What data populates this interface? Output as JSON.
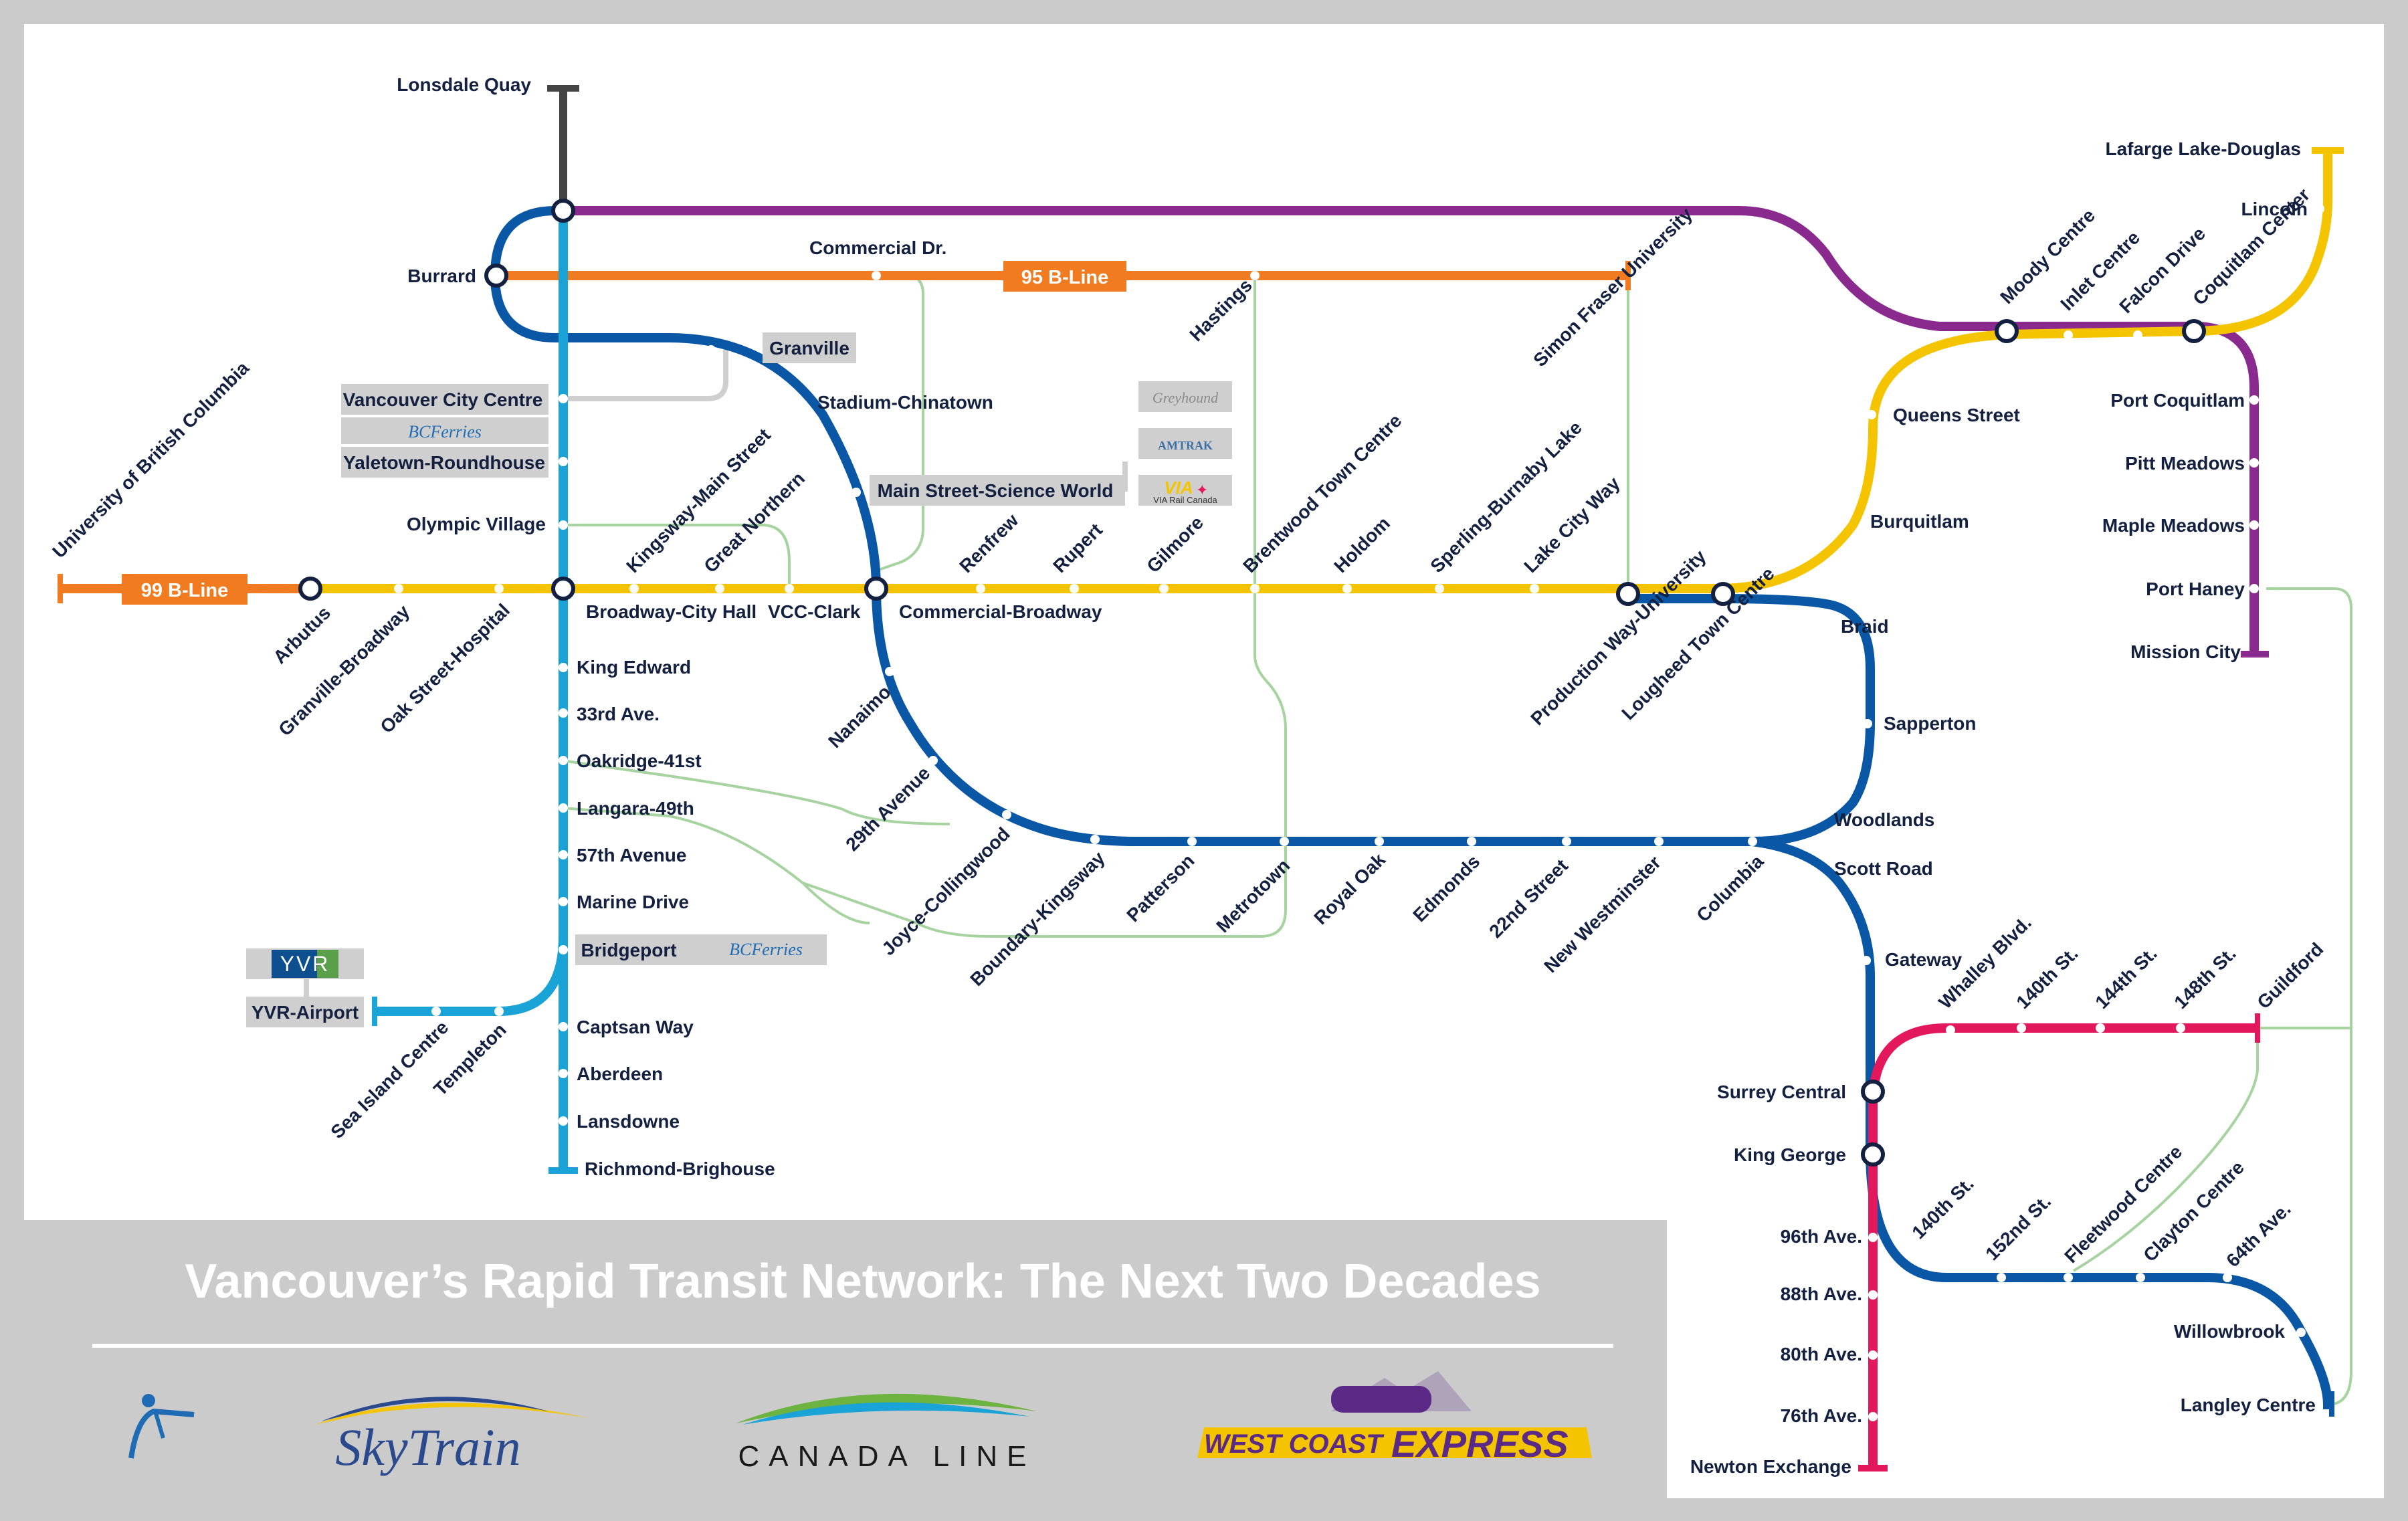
{
  "title": "Vancouver’s Rapid Transit Network: The Next Two Decades",
  "colors": {
    "expo_millennium": "#0a57a6",
    "canada_line": "#1aa3d6",
    "broadway_yellow": "#f5c400",
    "evergreen_purple": "#8a2a8f",
    "seabus": "#444444",
    "b_line_orange": "#f07b20",
    "surrey_lrt": "#e3175b",
    "bus_green": "#a6d3a0",
    "background": "#cbcbcb",
    "map_area": "#ffffff",
    "box_gray": "#cfcfcf"
  },
  "bus_labels": {
    "b99": "99 B-Line",
    "b95": "95 B-Line"
  },
  "boxes": {
    "granville": "Granville",
    "vancouver_city_centre": "Vancouver City Centre",
    "bcferries_1": "BCFerries",
    "yaletown": "Yaletown-Roundhouse",
    "main_street": "Main Street-Science World",
    "bridgeport": "Bridgeport",
    "bcferries_2": "BCFerries",
    "yvr": "YVR-Airport",
    "yvr_logo": "YVR",
    "greyhound": "Greyhound",
    "amtrak": "AMTRAK",
    "via": "VIA",
    "via_sub": "VIA Rail Canada"
  },
  "stations": {
    "lonsdale_quay": "Lonsdale Quay",
    "burrard": "Burrard",
    "commercial_dr": "Commercial Dr.",
    "hastings": "Hastings",
    "sfu": "Simon Fraser University",
    "stadium": "Stadium-Chinatown",
    "olympic_village": "Olympic Village",
    "ubc": "University of British Columbia",
    "arbutus": "Arbutus",
    "granville_broadway": "Granville-Broadway",
    "oak_street": "Oak Street-Hospital",
    "broadway_city_hall": "Broadway-City Hall",
    "kingsway_main": "Kingsway-Main Street",
    "great_northern": "Great Northern",
    "vcc_clark": "VCC-Clark",
    "commercial_broadway": "Commercial-Broadway",
    "renfrew": "Renfrew",
    "rupert": "Rupert",
    "gilmore": "Gilmore",
    "brentwood": "Brentwood Town Centre",
    "holdom": "Holdom",
    "sperling": "Sperling-Burnaby Lake",
    "lake_city": "Lake City Way",
    "production_way": "Production Way-University",
    "lougheed": "Lougheed Town Centre",
    "king_edward": "King Edward",
    "33rd": "33rd Ave.",
    "oakridge": "Oakridge-41st",
    "langara": "Langara-49th",
    "57th": "57th Avenue",
    "marine_drive": "Marine Drive",
    "captsan": "Captsan Way",
    "aberdeen": "Aberdeen",
    "lansdowne": "Lansdowne",
    "richmond_brighouse": "Richmond-Brighouse",
    "sea_island": "Sea Island Centre",
    "templeton": "Templeton",
    "nanaimo": "Nanaimo",
    "29th_avenue": "29th Avenue",
    "joyce": "Joyce-Collingwood",
    "boundary": "Boundary-Kingsway",
    "patterson": "Patterson",
    "metrotown": "Metrotown",
    "royal_oak": "Royal Oak",
    "edmonds": "Edmonds",
    "22nd_street": "22nd Street",
    "new_westminster": "New Westminster",
    "columbia": "Columbia",
    "braid": "Braid",
    "sapperton": "Sapperton",
    "woodlands": "Woodlands",
    "scott_road": "Scott Road",
    "gateway": "Gateway",
    "surrey_central": "Surrey Central",
    "king_george": "King George",
    "96th": "96th Ave.",
    "88th": "88th Ave.",
    "80th": "80th Ave.",
    "76th": "76th Ave.",
    "newton": "Newton Exchange",
    "whalley": "Whalley Blvd.",
    "140th_st_top": "140th St.",
    "144th_st": "144th St.",
    "148th_st": "148th St.",
    "guildford": "Guildford",
    "140th_st_low": "140th St.",
    "152nd_st": "152nd St.",
    "fleetwood": "Fleetwood Centre",
    "clayton": "Clayton Centre",
    "64th_ave": "64th Ave.",
    "willowbrook": "Willowbrook",
    "langley": "Langley Centre",
    "moody_centre": "Moody Centre",
    "inlet_centre": "Inlet Centre",
    "falcon_drive": "Falcon Drive",
    "coquitlam_center": "Coquitlam Center",
    "lafarge": "Lafarge Lake-Douglas",
    "lincoln": "Lincoln",
    "queens_street": "Queens Street",
    "burquitlam": "Burquitlam",
    "port_coquitlam": "Port Coquitlam",
    "pitt_meadows": "Pitt Meadows",
    "maple_meadows": "Maple Meadows",
    "port_haney": "Port Haney",
    "mission_city": "Mission City"
  },
  "logos": {
    "skytrain": "SkyTrain",
    "canada_line": "CANADA LINE",
    "wce_west_coast": "WEST COAST",
    "wce_express": "EXPRESS"
  }
}
